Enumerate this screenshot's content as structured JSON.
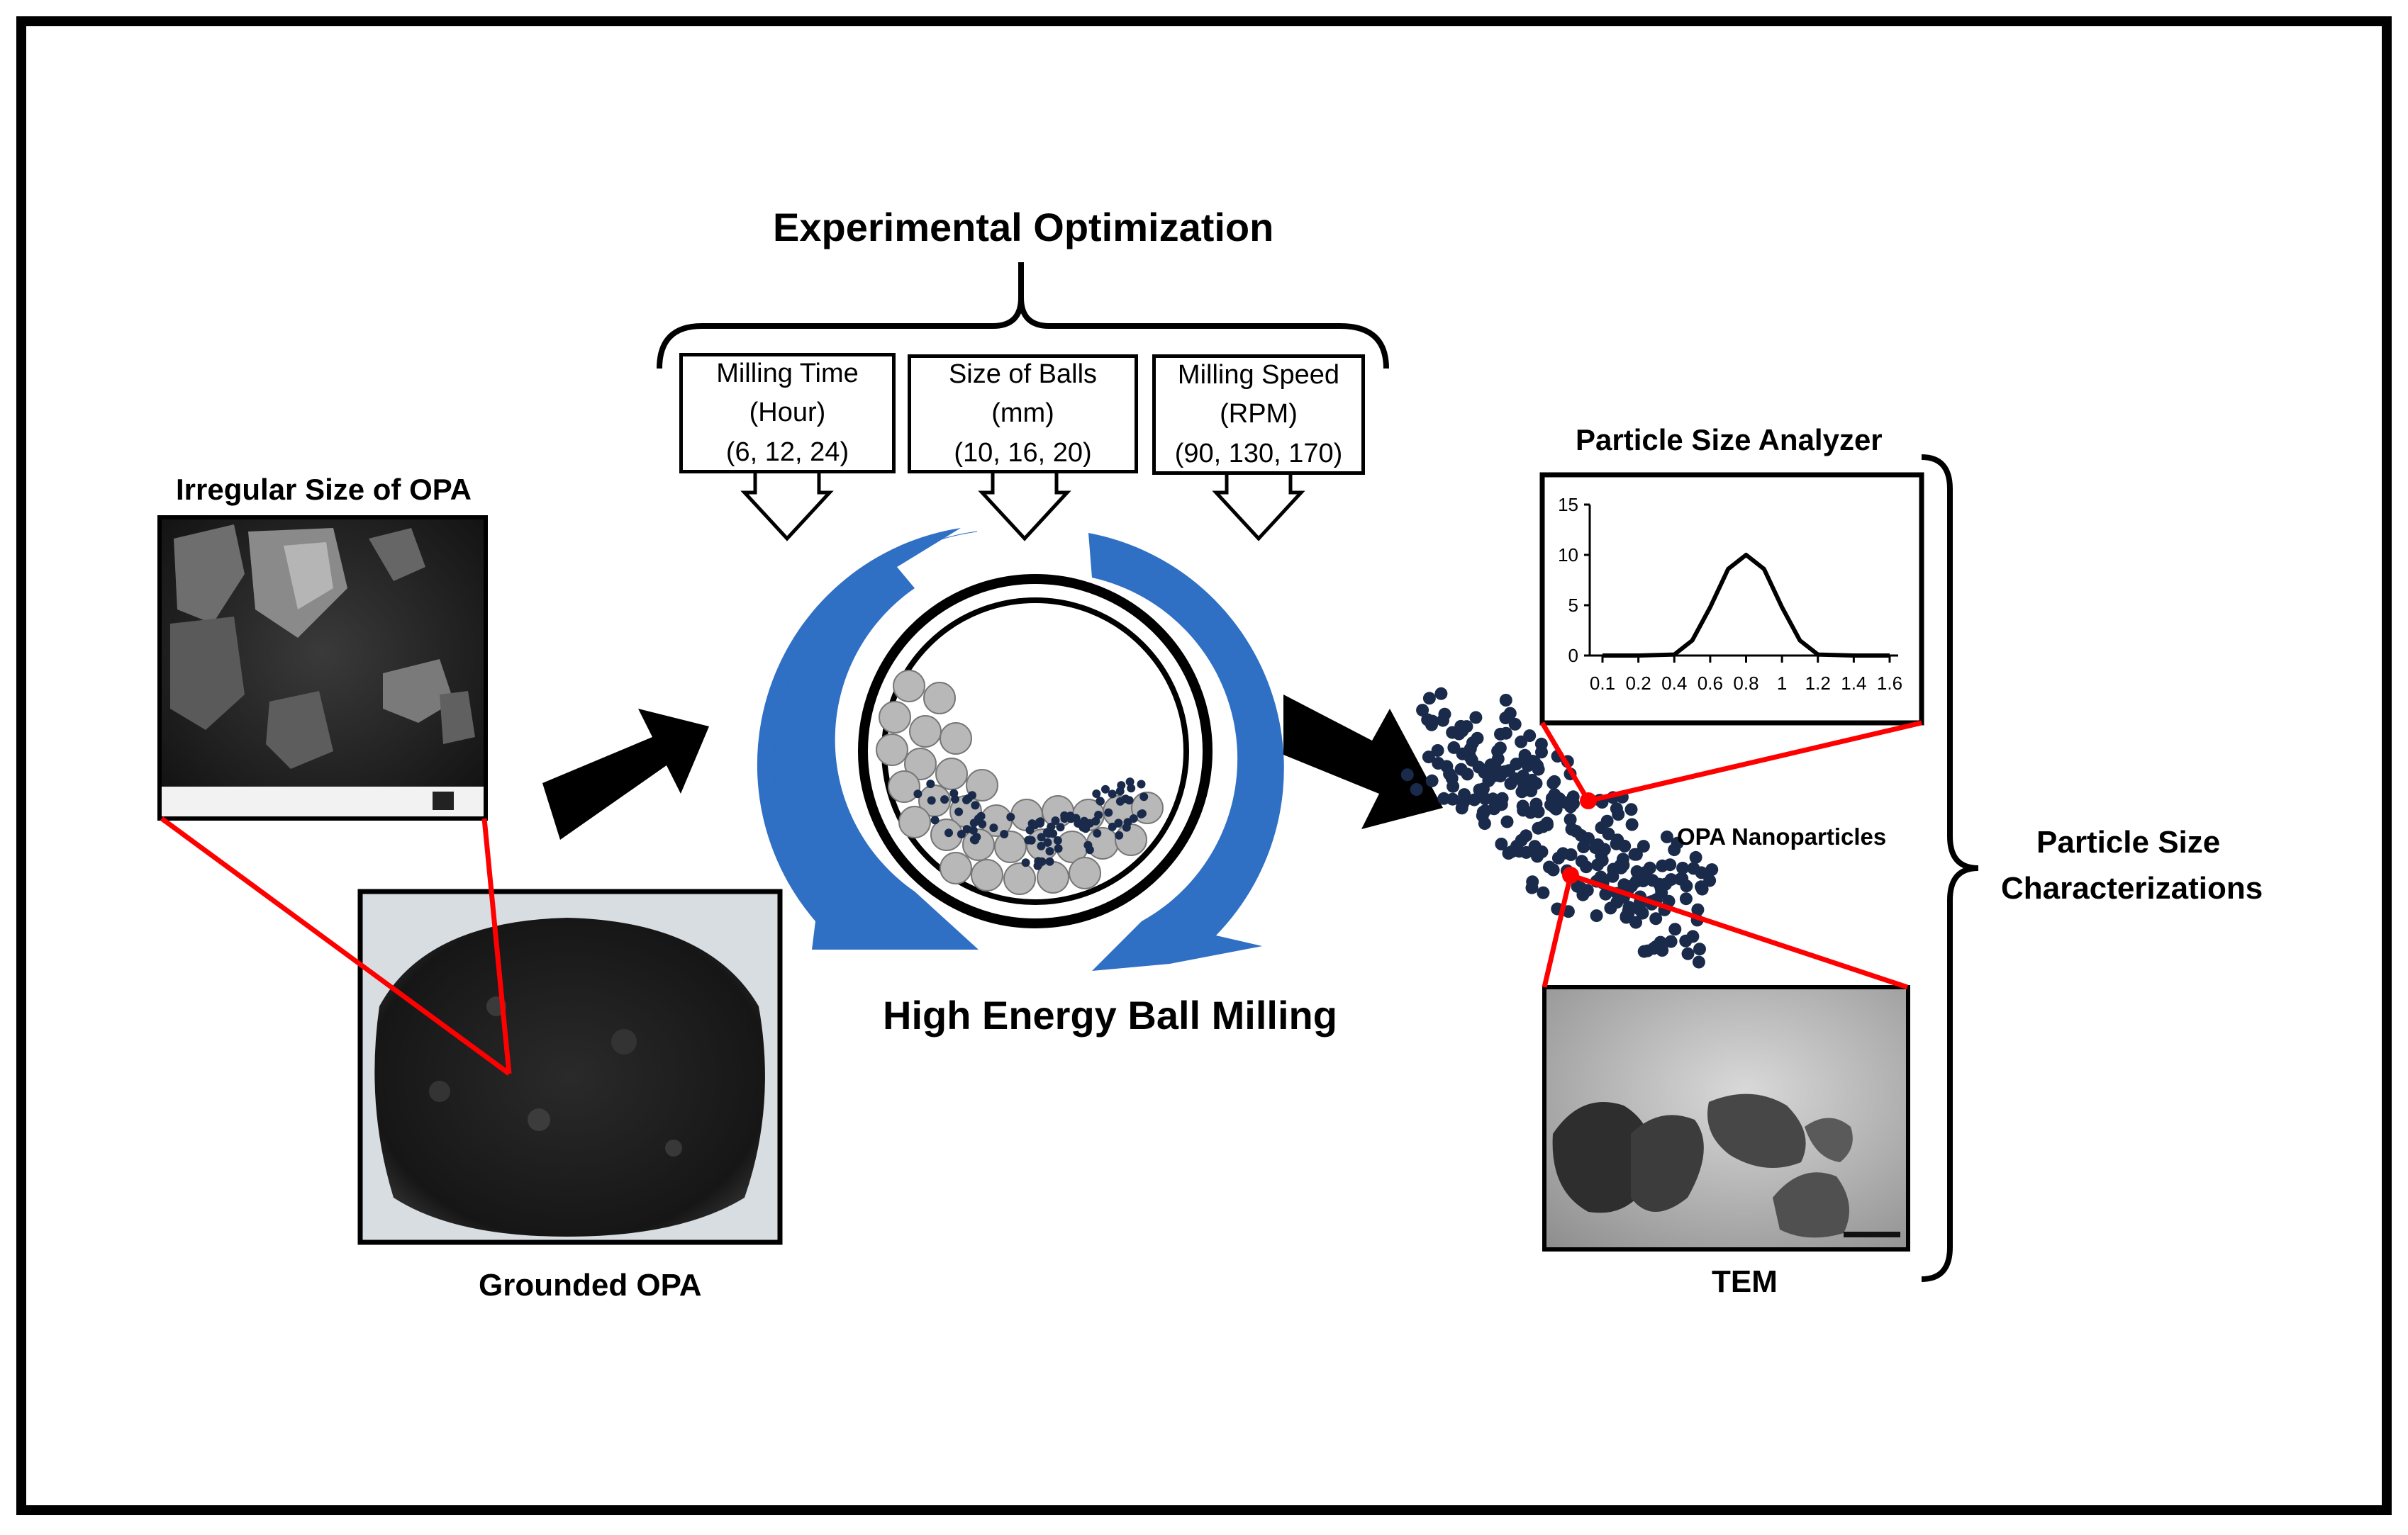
{
  "title": "Experimental Optimization",
  "parameters": [
    {
      "name": "Milling Time",
      "unit": "(Hour)",
      "values": "(6, 12, 24)"
    },
    {
      "name": "Size of Balls",
      "unit": "(mm)",
      "values": "(10, 16, 20)"
    },
    {
      "name": "Milling Speed",
      "unit": "(RPM)",
      "values": "(90, 130, 170)"
    }
  ],
  "left": {
    "sem_label": "Irregular Size of OPA",
    "photo_label": "Grounded OPA"
  },
  "center": {
    "process_label": "High Energy Ball Milling"
  },
  "right": {
    "analyzer_label": "Particle Size Analyzer",
    "nanoparticles_label": "OPA Nanoparticles",
    "tem_label": "TEM",
    "characterization_label_line1": "Particle Size",
    "characterization_label_line2": "Characterizations"
  },
  "colors": {
    "accent_blue": "#2f6fc4",
    "leader_red": "#ff0000",
    "particle_navy": "#1a2a4a",
    "ball_grey": "#b8b8b8"
  },
  "chart_data": {
    "type": "line",
    "title": "",
    "xlabel": "",
    "ylabel": "",
    "x_tick_labels": [
      "0.1",
      "0.2",
      "0.4",
      "0.6",
      "0.8",
      "1",
      "1.2",
      "1.4",
      "1.6"
    ],
    "y_tick_labels": [
      "0",
      "5",
      "10",
      "15"
    ],
    "ylim": [
      0,
      15
    ],
    "series": [
      {
        "x": [
          0.1,
          0.2,
          0.4,
          0.5,
          0.6,
          0.7,
          0.8,
          0.9,
          1.0,
          1.1,
          1.2,
          1.4,
          1.6
        ],
        "y": [
          0,
          0,
          0.1,
          1.5,
          4.8,
          8.6,
          10,
          8.6,
          4.8,
          1.5,
          0.1,
          0,
          0
        ]
      }
    ]
  }
}
